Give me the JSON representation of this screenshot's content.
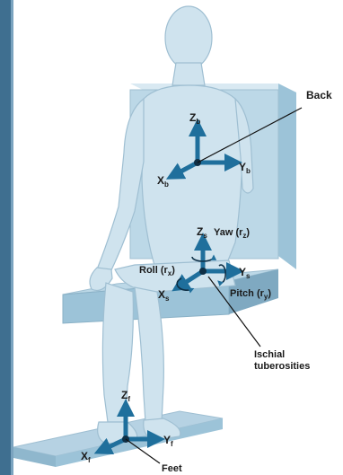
{
  "labels": {
    "back": "Back",
    "seat_axes": {
      "z": "Z",
      "z_sub": "s",
      "y": "Y",
      "y_sub": "s",
      "x": "X",
      "x_sub": "s"
    },
    "back_axes": {
      "z": "Z",
      "z_sub": "b",
      "y": "Y",
      "y_sub": "b",
      "x": "X",
      "x_sub": "b"
    },
    "feet_axes": {
      "z": "Z",
      "z_sub": "f",
      "y": "Y",
      "y_sub": "f",
      "x": "X",
      "x_sub": "f"
    },
    "yaw": "Yaw (r",
    "yaw_sub": "z",
    "roll": "Roll (r",
    "roll_sub": "x",
    "pitch": "Pitch (r",
    "pitch_sub": "y",
    "close_paren": ")",
    "ischial_line1": "Ischial",
    "ischial_line2": "tuberosities",
    "feet": "Feet"
  },
  "colors": {
    "left_band": "#3f6f90",
    "body": "#cfe3ee",
    "body_outline": "#9fbfd2",
    "seat_front": "#9cc3d8",
    "seat_top": "#bcd8e7",
    "arrow": "#1f6f9c"
  }
}
